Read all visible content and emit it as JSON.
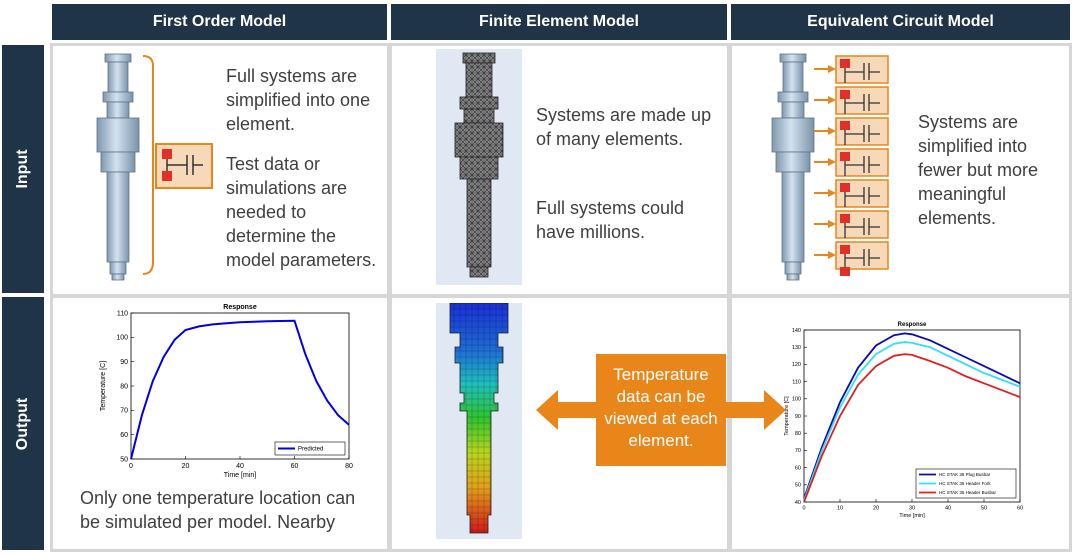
{
  "headers": {
    "col1": "First Order Model",
    "col2": "Finite Element Model",
    "col3": "Equivalent Circuit Model",
    "row1": "Input",
    "row2": "Output"
  },
  "text": {
    "fo_input_1": "Full systems are simplified into one element.",
    "fo_input_2": "Test data or simulations are needed to determine the model parameters.",
    "fe_input_1": "Systems are made up of many elements.",
    "fe_input_2": "Full systems could have millions.",
    "ec_input": "Systems are simplified into fewer but more meaningful elements.",
    "fo_output": "Only one temperature location can be simulated per model. Nearby",
    "arrow_text": "Temperature data can be viewed at each element."
  },
  "colors": {
    "header_bg": "#1f3447",
    "border": "#d6d6d6",
    "orange": "#e8861a",
    "circuit_bg": "#f7d9b9",
    "circuit_red": "#e0302a",
    "shaft": "#a8c0d6"
  },
  "chart_data": [
    {
      "type": "line",
      "title": "Response",
      "xlabel": "Time [min]",
      "ylabel": "Temperature [C]",
      "xlim": [
        0,
        80
      ],
      "ylim": [
        50,
        110
      ],
      "xticks": [
        "0",
        "20",
        "40",
        "60",
        "80"
      ],
      "yticks": [
        "50",
        "60",
        "70",
        "80",
        "90",
        "100",
        "110"
      ],
      "legend_position": "bottom-right",
      "series": [
        {
          "name": "Predicted",
          "color": "#0000e6",
          "x": [
            0,
            4,
            8,
            12,
            16,
            20,
            25,
            30,
            35,
            40,
            45,
            50,
            55,
            60,
            64,
            68,
            72,
            76,
            80
          ],
          "y": [
            50,
            68,
            82,
            92,
            99,
            103,
            104.5,
            105.3,
            105.8,
            106.2,
            106.4,
            106.6,
            106.7,
            106.8,
            93,
            82,
            74,
            68,
            64
          ]
        }
      ]
    },
    {
      "type": "line",
      "title": "Response",
      "xlabel": "Time [min]",
      "ylabel": "Temperature [C]",
      "xlim": [
        0,
        60
      ],
      "ylim": [
        40,
        140
      ],
      "xticks": [
        "0",
        "10",
        "20",
        "30",
        "40",
        "50",
        "60"
      ],
      "yticks": [
        "40",
        "50",
        "60",
        "70",
        "80",
        "90",
        "100",
        "110",
        "120",
        "130",
        "140"
      ],
      "legend_position": "bottom-right",
      "series": [
        {
          "name": "HC STAK 35 Plug Busbar",
          "color": "#0a0ab0",
          "x": [
            0,
            5,
            10,
            15,
            20,
            25,
            28,
            30,
            35,
            40,
            45,
            50,
            55,
            60
          ],
          "y": [
            42,
            72,
            98,
            118,
            131,
            137,
            138,
            137.5,
            134,
            129,
            124,
            119,
            114,
            109
          ]
        },
        {
          "name": "HC STAK 35 Header Fork",
          "color": "#33e0f0",
          "x": [
            0,
            5,
            10,
            15,
            20,
            25,
            28,
            30,
            35,
            40,
            45,
            50,
            55,
            60
          ],
          "y": [
            41,
            70,
            95,
            114,
            126,
            132,
            133,
            132.5,
            130,
            125,
            120,
            115,
            111,
            107
          ]
        },
        {
          "name": "HC STAK 35 Header Busbar",
          "color": "#e02020",
          "x": [
            0,
            5,
            10,
            15,
            20,
            25,
            28,
            30,
            35,
            40,
            45,
            50,
            55,
            60
          ],
          "y": [
            40,
            67,
            90,
            108,
            119,
            125,
            126,
            125.5,
            122,
            118,
            113,
            109,
            105,
            101
          ]
        }
      ]
    }
  ]
}
